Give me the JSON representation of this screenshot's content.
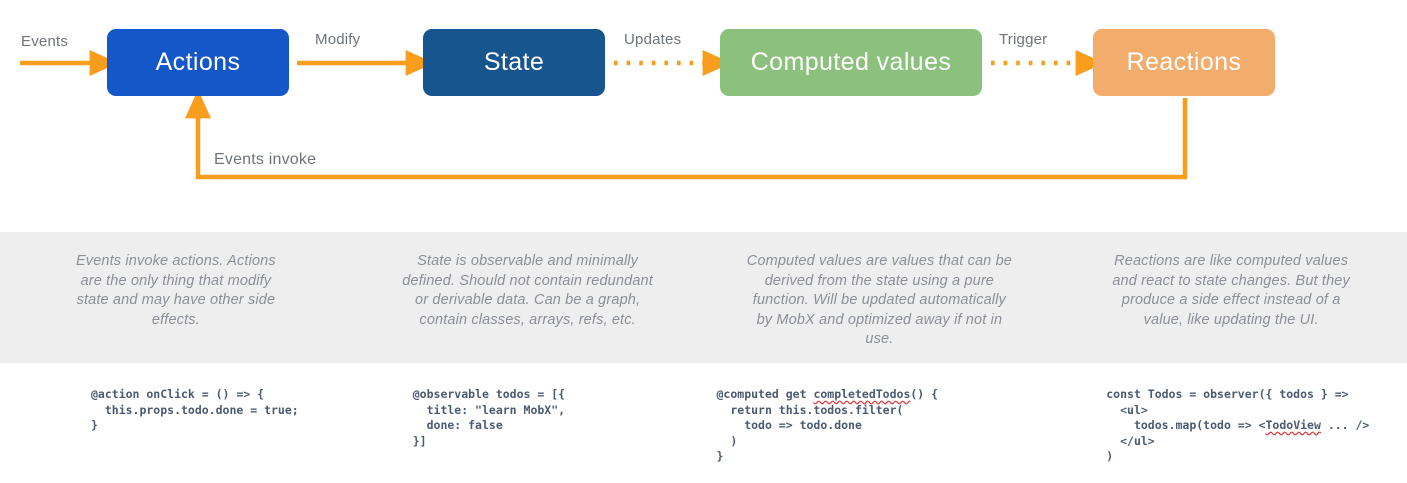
{
  "diagram": {
    "title": "MobX core concepts flow",
    "colors": {
      "actions": "#1457c8",
      "state": "#17558f",
      "computed": "#8cc17d",
      "reactions": "#f2ac6b",
      "arrow": "#f99d1c",
      "band_bg": "#eeeeee",
      "desc_text": "#8b8f96",
      "code_text": "#4c5a70",
      "edge_label": "#6e737b",
      "squiggle": "#e03030"
    },
    "nodes": [
      {
        "id": "actions",
        "label": "Actions"
      },
      {
        "id": "state",
        "label": "State"
      },
      {
        "id": "computed",
        "label": "Computed values"
      },
      {
        "id": "reactions",
        "label": "Reactions"
      }
    ],
    "edges": [
      {
        "id": "events",
        "label": "Events",
        "style": "solid",
        "from": "",
        "to": "actions"
      },
      {
        "id": "modify",
        "label": "Modify",
        "style": "solid",
        "from": "actions",
        "to": "state"
      },
      {
        "id": "updates",
        "label": "Updates",
        "style": "dotted",
        "from": "state",
        "to": "computed"
      },
      {
        "id": "trigger",
        "label": "Trigger",
        "style": "dotted",
        "from": "computed",
        "to": "reactions"
      },
      {
        "id": "events-invoke",
        "label": "Events invoke",
        "style": "solid",
        "from": "reactions",
        "to": "actions"
      }
    ]
  },
  "descriptions": [
    {
      "id": "actions-desc",
      "text": "Events invoke actions. Actions are the only thing that modify state and may have other side effects."
    },
    {
      "id": "state-desc",
      "text": "State is observable and minimally defined. Should not contain redundant or derivable data. Can be a graph, contain classes, arrays, refs, etc."
    },
    {
      "id": "computed-desc",
      "text": "Computed values are values that can be derived from the state using a pure function. Will be updated automatically by MobX and optimized away if not in use."
    },
    {
      "id": "reactions-desc",
      "text": "Reactions are like computed values and react to state changes. But they produce a side effect instead of a value, like updating the UI."
    }
  ],
  "code_samples": [
    {
      "id": "actions-code",
      "code": "@action onClick = () => {\n  this.props.todo.done = true;\n}"
    },
    {
      "id": "state-code",
      "code": "@observable todos = [{\n  title: \"learn MobX\",\n  done: false\n}]"
    },
    {
      "id": "computed-code",
      "pre": "@computed get ",
      "misspelled": "completedTodos",
      "post": "() {\n  return this.todos.filter(\n    todo => todo.done\n  )\n}"
    },
    {
      "id": "reactions-code",
      "pre": "const Todos = observer({ todos } =>\n  <ul>\n    todos.map(todo => <",
      "misspelled": "TodoView",
      "post": " ... />\n  </ul>\n)"
    }
  ]
}
